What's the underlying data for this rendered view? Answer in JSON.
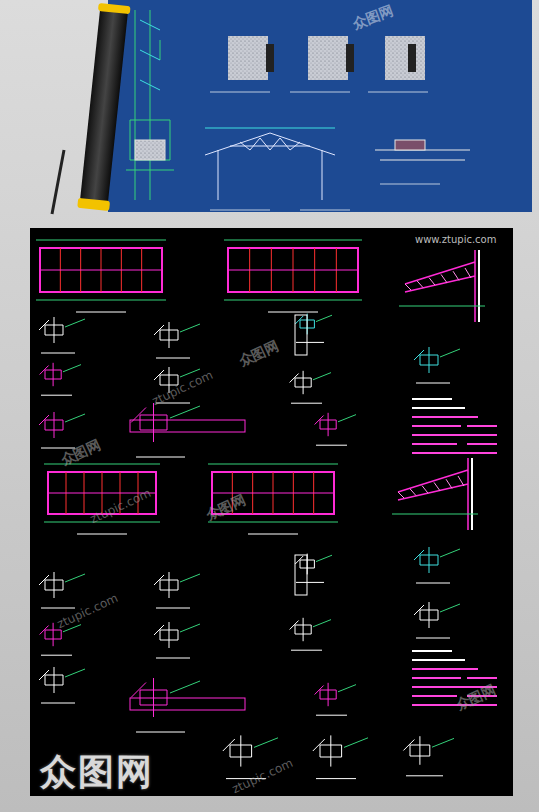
{
  "diagram": {
    "labels": [
      "众图网",
      "www.ztupic.com",
      "众图网",
      "ztupic.com",
      "众图网",
      "ztupic.com",
      "众图网",
      "ztupic.com",
      "众图网",
      "ztupic.com",
      "众图网"
    ]
  }
}
